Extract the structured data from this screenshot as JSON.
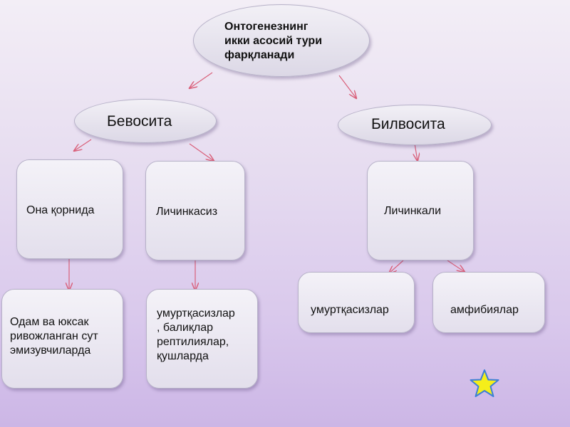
{
  "root": {
    "label": "Онтогенезнинг\nикки асосий тури\nфарқланади"
  },
  "branches": [
    {
      "label": "Бевосита"
    },
    {
      "label": "Билвосита"
    }
  ],
  "types": [
    {
      "label": "Она қорнида"
    },
    {
      "label": "Личинкасиз"
    },
    {
      "label": "Личинкали"
    }
  ],
  "examples": [
    {
      "label": "Одам ва юксак\nривожланган сут\nэмизувчиларда"
    },
    {
      "label": "умуртқасизлар\n, балиқлар\nрептилиялар,\nқушларда"
    },
    {
      "label": "умуртқасизлар"
    },
    {
      "label": "амфибиялар"
    }
  ],
  "colors": {
    "arrow": "#d9607a",
    "star_fill": "#f5ee1a",
    "star_stroke": "#3b7fd6"
  },
  "decoration": {
    "icon": "star-icon"
  }
}
